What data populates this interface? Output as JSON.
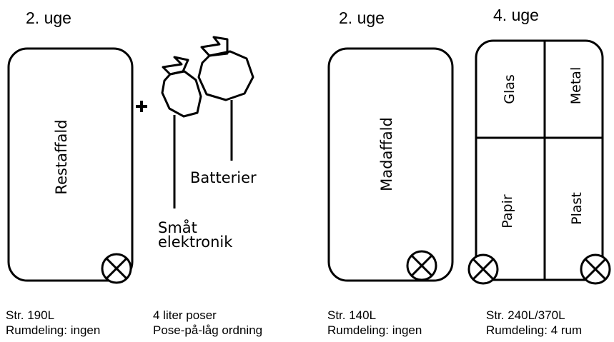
{
  "bins": [
    {
      "frequency": "2. uge",
      "label": "Restaffald",
      "caption_size": "Str. 190L",
      "caption_division": "Rumdeling: ingen"
    },
    {
      "frequency": "2. uge",
      "label": "Madaffald",
      "caption_size": "Str. 140L",
      "caption_division": "Rumdeling: ingen"
    },
    {
      "frequency": "4. uge",
      "compartments": [
        "Glas",
        "Metal",
        "Papir",
        "Plast"
      ],
      "caption_size": "Str. 240L/370L",
      "caption_division": "Rumdeling: 4 rum"
    }
  ],
  "plus_sign": "+",
  "bags": {
    "battery_label": "Batterier",
    "electronics_label_line1": "Småt",
    "electronics_label_line2": "elektronik",
    "caption_size": "4 liter poser",
    "caption_scheme": "Pose-på-låg ordning"
  }
}
